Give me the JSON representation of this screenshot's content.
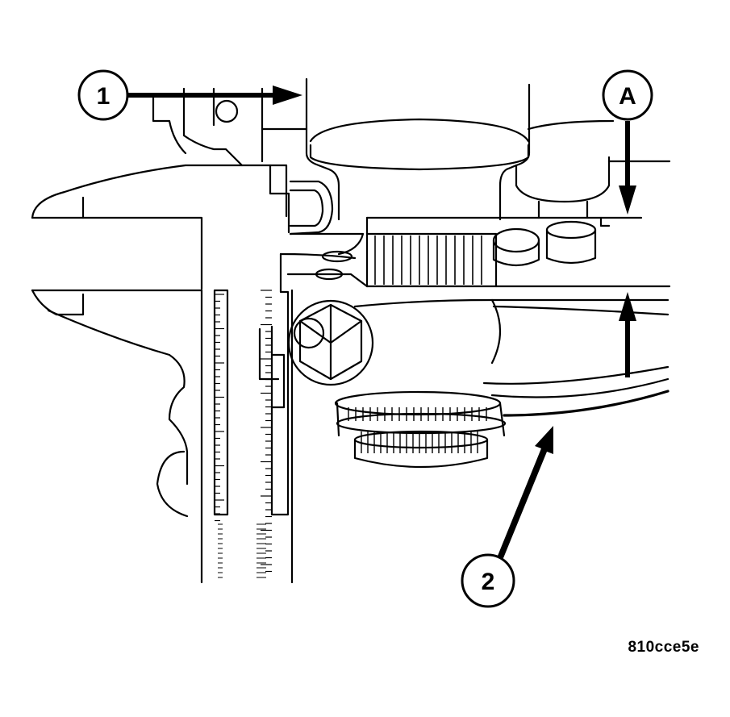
{
  "callouts": {
    "one": "1",
    "two": "2",
    "a": "A"
  },
  "figure_id": "810cce5e",
  "colors": {
    "ink": "#000000",
    "paper": "#ffffff"
  }
}
